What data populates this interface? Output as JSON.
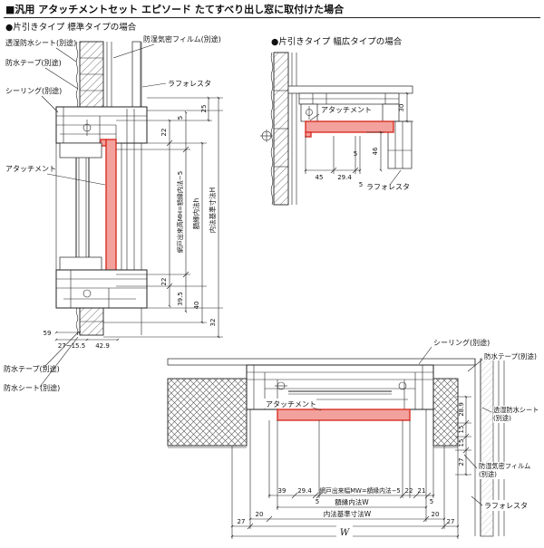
{
  "header": {
    "title": "■汎用 アタッチメントセット エピソード たてすべり出し窓に取付けた場合"
  },
  "sections": {
    "standard_label": "●片引きタイプ 標準タイプの場合",
    "wide_label": "●片引きタイプ 幅広タイプの場合"
  },
  "colors": {
    "attachment_fill": "#F2A19C",
    "attachment_stroke": "#D93025",
    "line": "#222222"
  },
  "vertical_section": {
    "labels": {
      "sheet": "透湿防水シート(別途)",
      "film": "防湿気密フィルム(別途)",
      "tape_top": "防水テープ(別途)",
      "sealing": "シーリング(別途)",
      "laforesta": "ラフォレスタ",
      "attachment": "アタッチメント",
      "tape_bottom": "防水テープ(別途)",
      "sheet_bottom": "防水シート(別途)"
    },
    "dims": {
      "d25": "25",
      "d5": "5",
      "d22_top": "22",
      "d22_bottom": "22",
      "d39_5": "39.5",
      "d40": "40",
      "d32": "32",
      "d59": "59",
      "d27_15_5": "27~15.5",
      "d42_9": "42.9",
      "mh": "網戸出来高MH=額縁内法−5",
      "h": "額縁内法h",
      "H": "内法基準寸法H"
    }
  },
  "wide_section": {
    "labels": {
      "attachment": "アタッチメント",
      "laforesta": "ラフォレスタ"
    },
    "dims": {
      "d45": "45",
      "d29_4": "29.4",
      "d5a": "5",
      "d5b": "5",
      "d46": "46",
      "d30": "30"
    }
  },
  "plan_section": {
    "labels": {
      "attachment": "アタッチメント",
      "sealing": "シーリング(別途)",
      "tape": "防水テープ(別途)",
      "sheet": "透湿防水シート(別途)",
      "film": "防湿気密フィルム(別途)",
      "laforesta": "ラフォレスタ"
    },
    "dims": {
      "d39": "39",
      "d29_4": "29.4",
      "d5l": "5",
      "d22": "22",
      "d21": "21",
      "d5r": "5",
      "mw": "網戸出来幅MW=額縁内法−5",
      "w_inner": "額縁内法W",
      "w_std": "内法基準寸法W",
      "d20l": "20",
      "d20r": "20",
      "d27l": "27",
      "d27r": "27",
      "W": "W",
      "d28_9": "28.9",
      "d15a": "15",
      "d15b": "15",
      "d27v": "27"
    }
  }
}
